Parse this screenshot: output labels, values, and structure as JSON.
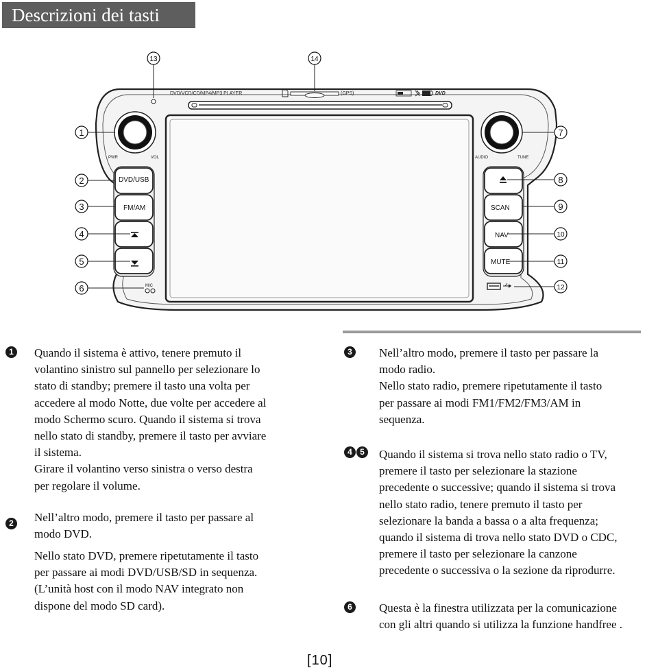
{
  "title": "Descrizioni dei tasti",
  "device": {
    "top_label": "DVD/VCD/CD/MP4/MP3 PLAYER",
    "gps_label": "(GPS)",
    "dvd_logo": "DVD",
    "left_knob_labels": {
      "pwr": "PWR",
      "vol": "VOL"
    },
    "right_knob_labels": {
      "audio": "AUDIO",
      "tune": "TUNE"
    },
    "left_buttons": [
      "DVD/USB",
      "FM/AM"
    ],
    "right_buttons": [
      "SCAN",
      "NAV",
      "MUTE"
    ],
    "mic_label": "MIC",
    "callouts": [
      "1",
      "2",
      "3",
      "4",
      "5",
      "6",
      "7",
      "8",
      "9",
      "10",
      "11",
      "12",
      "13",
      "14"
    ],
    "icons": [
      "eject-icon",
      "arrow-up-icon",
      "arrow-down-icon",
      "usb-icon",
      "sd-card-icon"
    ]
  },
  "sections": {
    "s1": {
      "marker": "1",
      "text": [
        "Quando il sistema è attivo, tenere premuto il",
        "volantino sinistro sul pannello per selezionare lo",
        "stato di standby; premere il tasto una volta per",
        "accedere al modo Notte, due volte per accedere al",
        "modo Schermo scuro. Quando il sistema si trova",
        "nello stato di standby, premere il tasto per avviare",
        "il sistema.",
        "Girare il volantino verso sinistra o verso destra",
        "per regolare il volume."
      ]
    },
    "s2": {
      "marker": "2",
      "text1": [
        "Nell’altro modo, premere il tasto per passare al",
        "modo DVD."
      ],
      "text2": [
        "Nello stato DVD, premere ripetutamente il tasto",
        "per passare ai modi DVD/USB/SD in sequenza.",
        "(L’unità host con il modo NAV integrato non",
        "dispone del modo SD card)."
      ]
    },
    "s3": {
      "marker": "3",
      "text": [
        "Nell’altro modo, premere il tasto per passare la",
        "modo radio.",
        "Nello stato radio, premere ripetutamente il tasto",
        "per passare ai modi FM1/FM2/FM3/AM in",
        "sequenza."
      ]
    },
    "s45": {
      "markers": [
        "4",
        "5"
      ],
      "text": [
        "Quando il sistema si trova nello stato radio o TV,",
        "premere il tasto per selezionare la stazione",
        "precedente o successive; quando il sistema si trova",
        "nello stato radio, tenere premuto il tasto per",
        "selezionare la banda a bassa o a alta frequenza;",
        "quando il sistema di trova nello stato DVD o CDC,",
        "premere il tasto per selezionare la canzone",
        "precedente o successiva o la sezione da riprodurre."
      ]
    },
    "s6": {
      "marker": "6",
      "text": [
        "Questa è la finestra utilizzata per la comunicazione",
        "con gli altri quando si utilizza la funzione handfree ."
      ]
    }
  },
  "page_number": "10"
}
